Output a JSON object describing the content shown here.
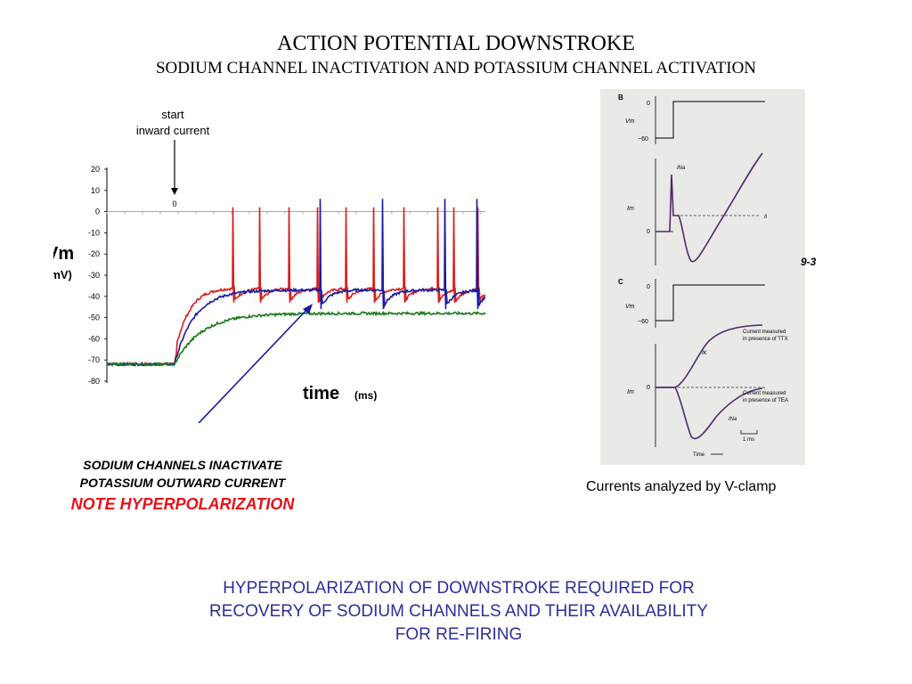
{
  "header": {
    "title": "ACTION POTENTIAL DOWNSTROKE",
    "subtitle": "SODIUM CHANNEL INACTIVATION AND POTASSIUM CHANNEL ACTIVATION"
  },
  "annotation": {
    "start_label_line1": "start",
    "start_label_line2": "inward current",
    "start_value": "0"
  },
  "chart_data": {
    "type": "line",
    "ylabel": "Vm",
    "ylabel_unit": "(mV)",
    "xlabel": "time",
    "xlabel_unit": "(ms)",
    "ylim": [
      -80,
      20
    ],
    "y_ticks": [
      20,
      10,
      0,
      -10,
      -20,
      -30,
      -40,
      -50,
      -60,
      -70,
      -80
    ],
    "grid": false,
    "stimulus_onset_time": 0,
    "series": [
      {
        "color": "#d81e1e",
        "baseline_mV": -72,
        "plateau_mV": -36,
        "trough_mV": -43,
        "spike_peak_mV": 2,
        "spike_count": 10
      },
      {
        "color": "#1a1aa0",
        "baseline_mV": -72,
        "plateau_mV": -37,
        "trough_mV": -46,
        "spike_peak_mV": 6,
        "spike_count": 4
      },
      {
        "color": "#1a7a1a",
        "baseline_mV": -72,
        "plateau_mV": -48,
        "spike_count": 0
      }
    ]
  },
  "notes": {
    "line1": "SODIUM CHANNELS INACTIVATE",
    "line2": "POTASSIUM OUTWARD CURRENT",
    "line3": "NOTE HYPERPOLARIZATION"
  },
  "vclamp": {
    "panel_b_label": "B",
    "panel_c_label": "C",
    "vm_label": "Vm",
    "im_label": "Im",
    "zero": "0",
    "minus60": "−60",
    "ina_label": "INa",
    "ik_label": "IK",
    "il_label": "Il",
    "ttx_line1": "Current measured",
    "ttx_line2": "in presence of TTX",
    "tea_line1": "Current measured",
    "tea_line2": "in presence of TEA",
    "scale_bar": "1 ms",
    "time_label": "Time",
    "fig_ref": "9-3",
    "caption": "Currents analyzed by V-clamp"
  },
  "footer": {
    "line1": "HYPERPOLARIZATION OF DOWNSTROKE REQUIRED FOR",
    "line2": "RECOVERY OF SODIUM CHANNELS AND THEIR AVAILABILITY",
    "line3": "FOR RE-FIRING"
  }
}
